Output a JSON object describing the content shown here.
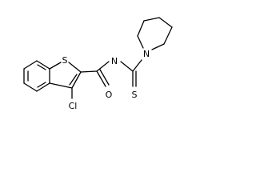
{
  "molecule": {
    "atoms": [
      {
        "symbol": "S"
      },
      {
        "symbol": "S"
      },
      {
        "symbol": "N"
      },
      {
        "symbol": "N"
      },
      {
        "symbol": "O"
      },
      {
        "symbol": "Cl"
      }
    ]
  }
}
